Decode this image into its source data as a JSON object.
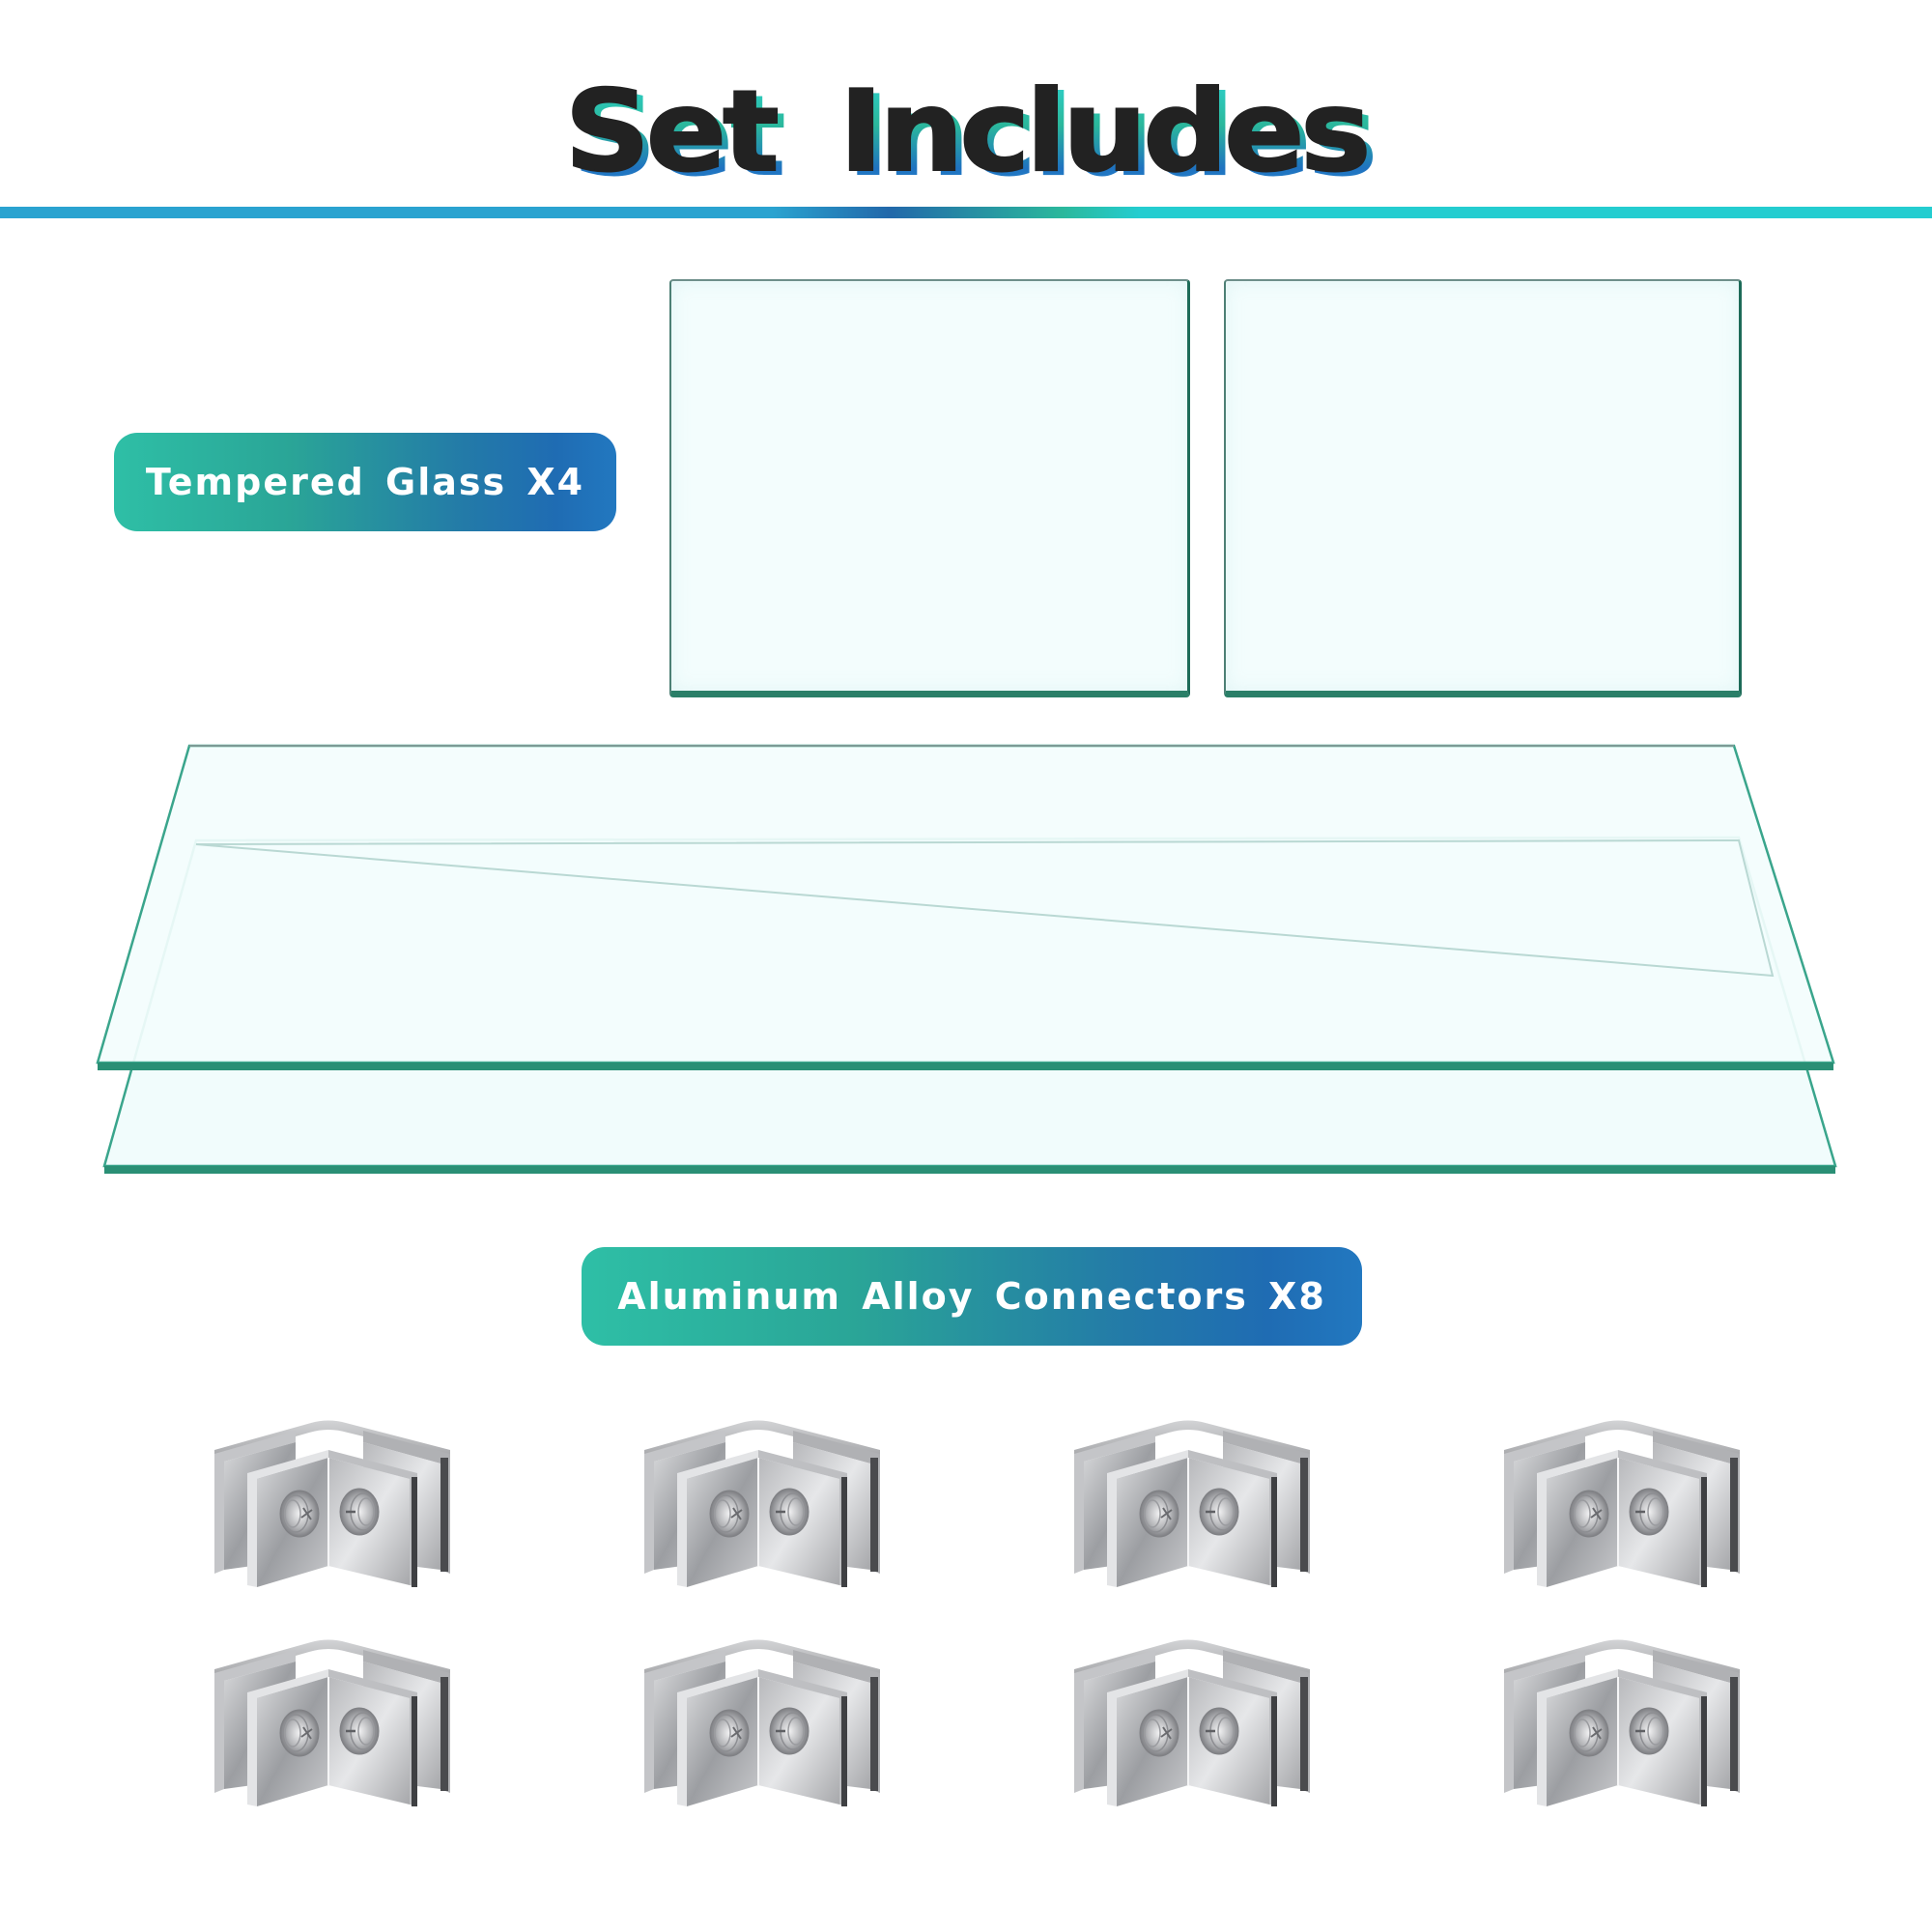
{
  "header": {
    "title": "Set Includes"
  },
  "sections": [
    {
      "id": "glass",
      "label": "Tempered Glass X4",
      "item_name": "Tempered Glass",
      "quantity": 4,
      "items": [
        {
          "shape": "rectangle-panel",
          "position": "top-left"
        },
        {
          "shape": "rectangle-panel",
          "position": "top-right"
        },
        {
          "shape": "long-shelf",
          "position": "upper"
        },
        {
          "shape": "long-shelf",
          "position": "lower"
        }
      ]
    },
    {
      "id": "connectors",
      "label": "Aluminum Alloy Connectors X8",
      "item_name": "Aluminum Alloy Connectors",
      "quantity": 8,
      "grid": {
        "rows": 2,
        "cols": 4
      }
    }
  ],
  "colors": {
    "title_text": "#222222",
    "badge_gradient_start": "#2ebfa6",
    "badge_gradient_end": "#1f6cb3",
    "divider_blue": "#2aa3d0",
    "divider_dark_blue": "#2268aa",
    "divider_green": "#2bb89c",
    "divider_cyan": "#24cdd0",
    "glass_fill": "#f3fdfd",
    "glass_edge": "#2a7f68",
    "background": "#ffffff"
  }
}
